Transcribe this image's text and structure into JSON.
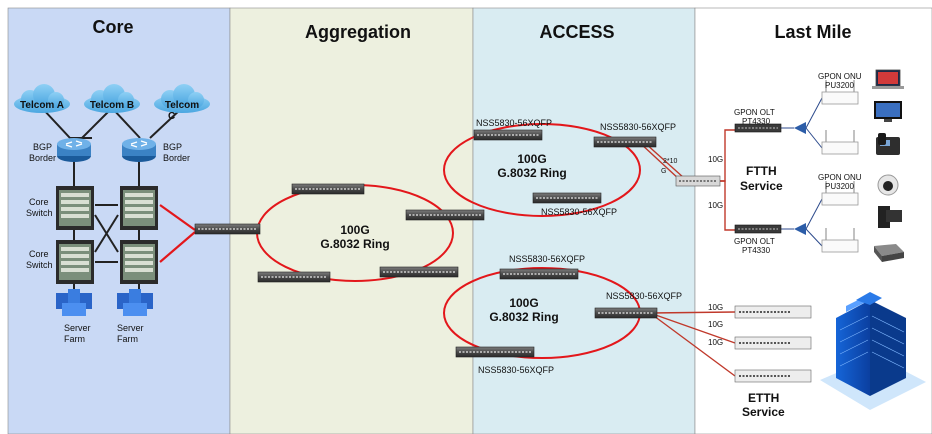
{
  "columns": {
    "core": "Core",
    "aggregation": "Aggregation",
    "access": "ACCESS",
    "last_mile": "Last Mile"
  },
  "core": {
    "clouds": [
      "Telcom A",
      "Telcom B",
      "Telcom"
    ],
    "cloud_c": "C",
    "bgp_left": [
      "BGP",
      "Border"
    ],
    "bgp_right": [
      "BGP",
      "Border"
    ],
    "core_switch_1": [
      "Core",
      "Switch"
    ],
    "core_switch_2": [
      "Core",
      "Switch"
    ],
    "server_farm_1": [
      "Server",
      "Farm"
    ],
    "server_farm_2": [
      "Server",
      "Farm"
    ]
  },
  "rings": {
    "agg": [
      "100G",
      "G.8032 Ring"
    ],
    "access_top": [
      "100G",
      "G.8032 Ring"
    ],
    "access_bottom": [
      "100G",
      "G.8032 Ring"
    ]
  },
  "access_labels": {
    "top_left": "NSS5830-56XQFP",
    "top_right": "NSS5830-56XQFP",
    "top_bottom": "NSS5830-56XQFP",
    "bottom_top": "NSS5830-56XQFP",
    "bottom_right": "NSS5830-56XQFP",
    "bottom_bottom": "NSS5830-56XQFP",
    "link_2x10": [
      "2*10",
      "G"
    ]
  },
  "last_mile": {
    "olt_top": [
      "GPON OLT",
      "PT4330"
    ],
    "olt_bottom": [
      "GPON OLT",
      "PT4330"
    ],
    "onu_top": [
      "GPON ONU",
      "PU3200"
    ],
    "onu_bottom": [
      "GPON ONU",
      "PU3200"
    ],
    "ftth": [
      "FTTH",
      "Service"
    ],
    "etth": [
      "ETTH",
      "Service"
    ],
    "links_10g": [
      "10G",
      "10G",
      "10G",
      "10G",
      "10G"
    ]
  },
  "colors": {
    "core_bg": "#c9d9f5",
    "agg_bg": "#edf0df",
    "access_bg": "#d9ecf2",
    "ring": "#e3171b",
    "link": "#222222"
  }
}
